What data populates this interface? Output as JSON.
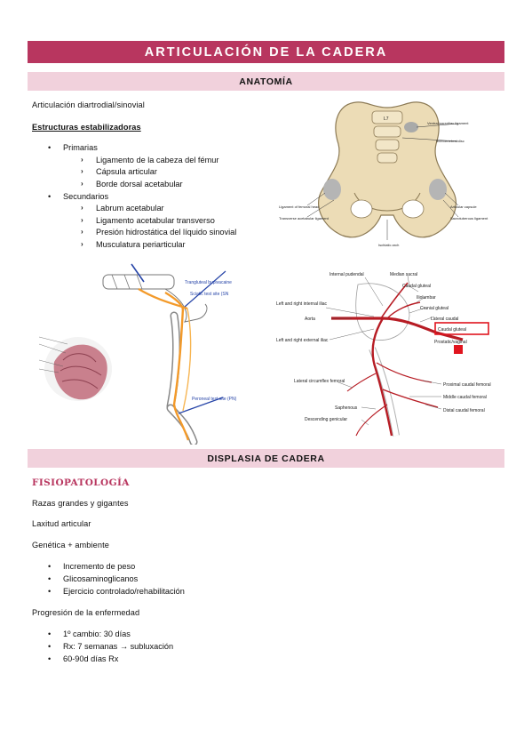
{
  "header": {
    "title": "ARTICULACIÓN DE LA CADERA",
    "anatomy": "ANATOMÍA",
    "dysplasia": "DISPLASIA DE CADERA"
  },
  "anatomy": {
    "line1": "Articulación diartrodial/sinovial",
    "stabilizers_heading": "Estructuras estabilizadoras",
    "primary_label": "Primarias",
    "primary_items": [
      "Ligamento de la cabeza del fémur",
      "Cápsula articular",
      "Borde dorsal acetabular"
    ],
    "secondary_label": "Secundarios",
    "secondary_items": [
      "Labrum acetabular",
      "Ligamento acetabular transverso",
      "Presión hidrostática del líquido sinovial",
      "Musculatura periarticular"
    ]
  },
  "figure_pelvis": {
    "labels": {
      "l7": "L7",
      "ventral_sacroiliac": "Ventral sacroiliac ligament",
      "intervertebral_disc": "Intervertebral disc",
      "ligament_femoral_head": "Ligament of femoral head",
      "transverse_acetabular": "Transverse acetabular ligament",
      "articular_capsule": "Articular capsule",
      "sacrotuberous": "Sacrotuberous ligament",
      "ischiatic_arch": "Ischiatic arch"
    }
  },
  "figure_nerve": {
    "labels": {
      "trangluteal": "Trangluteal bupivacaine",
      "sciatic": "Sciatic test site (SN",
      "peroneal": "Peroneal test site (PN)"
    }
  },
  "figure_vessels": {
    "labels": {
      "internal_pudendal": "Internal pudendal",
      "median_sacral": "Median sacral",
      "caudal_gluteal_top": "Caudal gluteal",
      "iliolumbar": "Iliolumbar",
      "cranial_gluteal": "Cranial gluteal",
      "lateral_caudal": "Lateral caudal",
      "left_right_internal_iliac": "Left and right internal iliac",
      "aorta": "Aorta",
      "caudal_gluteal_box": "Caudal gluteal",
      "prostatic_vaginal": "Prostatic/vaginal",
      "left_right_external_iliac": "Left and right external iliac",
      "lateral_circumflex": "Lateral circumflex femoral",
      "proximal_caudal": "Proximal caudal femoral",
      "middle_caudal": "Middle caudal femoral",
      "saphenous": "Saphenous",
      "distal_caudal": "Distal caudal femoral",
      "descending_genicular": "Descending genicular"
    }
  },
  "dysplasia": {
    "subheading": "FISIOPATOLOGÍA",
    "breeds": "Razas grandes y gigantes",
    "laxity": "Laxitud articular",
    "genetics": "Genética + ambiente",
    "genetics_items": [
      "Incremento de peso",
      "Glicosaminoglicanos",
      "Ejercicio controlado/rehabilitación"
    ],
    "progression": "Progresión de la enfermedad",
    "progression_items": [
      "1º cambio: 30 días",
      "Rx: 7 semanas → subluxación",
      "60-90d días Rx"
    ]
  },
  "colors": {
    "title_bar": "#b8365f",
    "section_bar": "#f1d1dc",
    "accent_text": "#b8365f"
  },
  "symbols": {
    "dot": "•",
    "arrow": "›"
  }
}
